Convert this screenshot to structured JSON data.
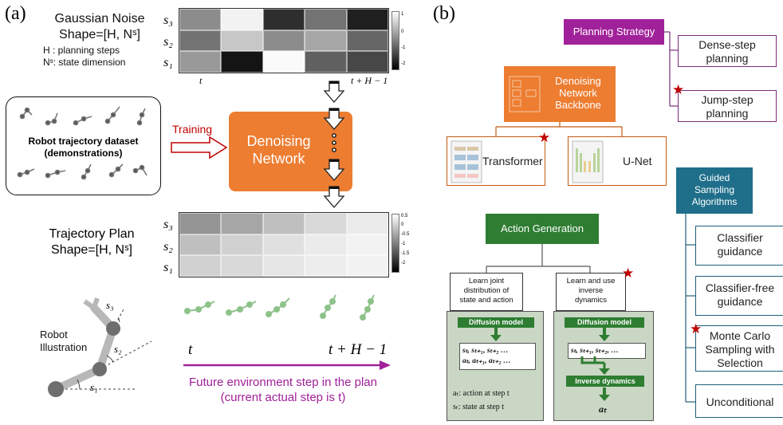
{
  "panel_a": {
    "label": "(a)",
    "noise_title_1": "Gaussian Noise",
    "noise_title_2": "Shape=[H, Nˢ]",
    "noise_def_1": "H : planning steps",
    "noise_def_2": "Nˢ: state dimension",
    "row_labels": [
      "s₃",
      "s₂",
      "s₁"
    ],
    "noise_colorbar_ticks": [
      "1",
      "0",
      "-1",
      "-2"
    ],
    "noise_t_start": "t",
    "noise_t_end": "t + H − 1",
    "dataset_title_1": "Robot trajectory dataset",
    "dataset_title_2": "(demonstrations)",
    "training_label": "Training",
    "network_label_1": "Denoising",
    "network_label_2": "Network",
    "plan_title_1": "Trajectory Plan",
    "plan_title_2": "Shape=[H, Nˢ]",
    "plan_colorbar_ticks": [
      "0.5",
      "0",
      "-0.5",
      "-1",
      "-1.5",
      "-2"
    ],
    "robot_label_1": "Robot",
    "robot_label_2": "Illustration",
    "robot_angle_labels": [
      "s₃",
      "s₂",
      "s₁"
    ],
    "timeline_start": "t",
    "timeline_end": "t + H − 1",
    "future_caption_1": "Future environment step in the plan",
    "future_caption_2": "(current actual step is t)"
  },
  "panel_b": {
    "label": "(b)",
    "planning_strategy": "Planning Strategy",
    "dense_step_1": "Dense-step",
    "dense_step_2": "planning",
    "jump_step_1": "Jump-step",
    "jump_step_2": "planning",
    "backbone_1": "Denoising",
    "backbone_2": "Network",
    "backbone_3": "Backbone",
    "transformer": "Transformer",
    "unet": "U-Net",
    "guided_1": "Guided",
    "guided_2": "Sampling",
    "guided_3": "Algorithms",
    "classifier_guidance_1": "Classifier",
    "classifier_guidance_2": "guidance",
    "classifier_free_1": "Classifier-free",
    "classifier_free_2": "guidance",
    "monte_carlo_1": "Monte Carlo",
    "monte_carlo_2": "Sampling with",
    "monte_carlo_3": "Selection",
    "unconditional": "Unconditional",
    "action_generation": "Action Generation",
    "joint_1": "Learn joint",
    "joint_2": "distribution of",
    "joint_3": "state and action",
    "inverse_1": "Learn and use",
    "inverse_2": "inverse",
    "inverse_3": "dynamics",
    "diffusion_model": "Diffusion model",
    "joint_states": "sₜ, sₜ₊₁, sₜ₊₂ …",
    "joint_actions": "aₜ, aₜ₊₁, aₜ₊₂ …",
    "inverse_states": "sₜ, sₜ₊₁, sₜ₊₂, …",
    "inverse_dynamics": "Inverse dynamics",
    "action_output": "aₜ",
    "legend_action": "aₜ: action at step t",
    "legend_state": "sₜ: state at step t"
  },
  "colors": {
    "orange": "#ed7d31",
    "orange_border": "#c55a11",
    "purple": "#a0219a",
    "blue": "#1f6f8b",
    "green": "#2e7d32",
    "red": "#c00000"
  },
  "heatmaps": {
    "noise": [
      [
        0.45,
        0.05,
        0.82,
        0.55,
        0.88
      ],
      [
        0.55,
        0.22,
        0.45,
        0.35,
        0.6
      ],
      [
        0.4,
        0.92,
        0.02,
        0.62,
        0.72
      ]
    ],
    "plan": [
      [
        0.42,
        0.35,
        0.25,
        0.15,
        0.08
      ],
      [
        0.25,
        0.18,
        0.12,
        0.08,
        0.05
      ],
      [
        0.18,
        0.15,
        0.1,
        0.07,
        0.05
      ]
    ]
  }
}
